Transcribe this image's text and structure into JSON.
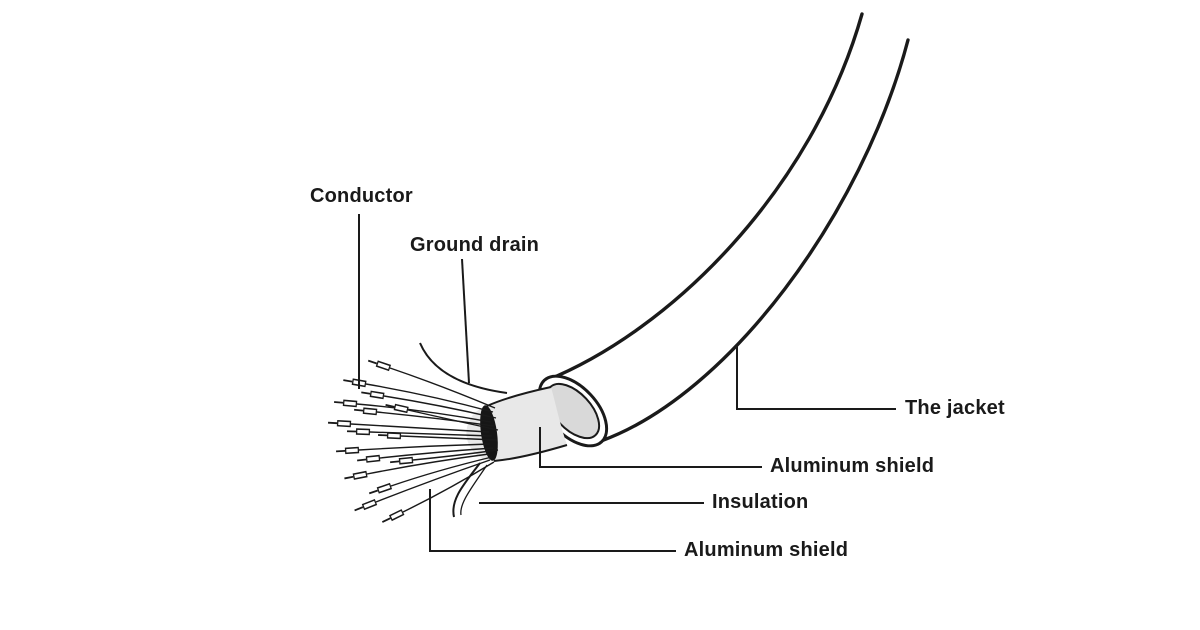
{
  "diagram": {
    "background": "#ffffff",
    "line_color": "#1a1a1a",
    "shield_fill": "#e8e8e8",
    "shield_face_fill": "#d9d9d9",
    "labels": {
      "conductor": "Conductor",
      "ground_drain": "Ground drain",
      "jacket": "The jacket",
      "aluminum_shield_top": "Aluminum shield",
      "insulation": "Insulation",
      "aluminum_shield_bottom": "Aluminum shield"
    }
  }
}
